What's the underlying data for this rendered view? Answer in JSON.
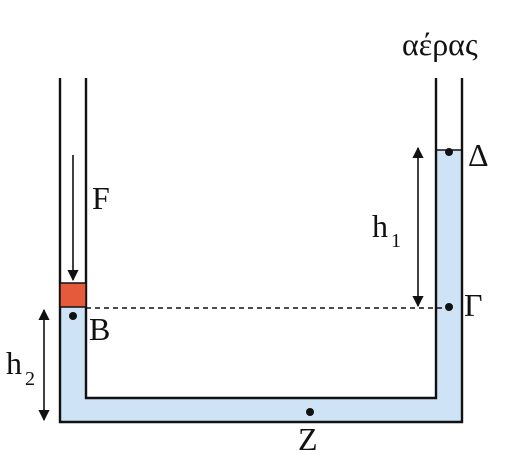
{
  "diagram": {
    "air_label": "αέρας",
    "force_label": "F",
    "point_B": "B",
    "point_Gamma": "Γ",
    "point_Delta": "Δ",
    "point_Z": "Z",
    "h1_base": "h",
    "h1_sub": "1",
    "h2_base": "h",
    "h2_sub": "2"
  },
  "colors": {
    "liquid": "#cfe3f7",
    "piston": "#e55a3a",
    "tube_wall": "#111111"
  }
}
